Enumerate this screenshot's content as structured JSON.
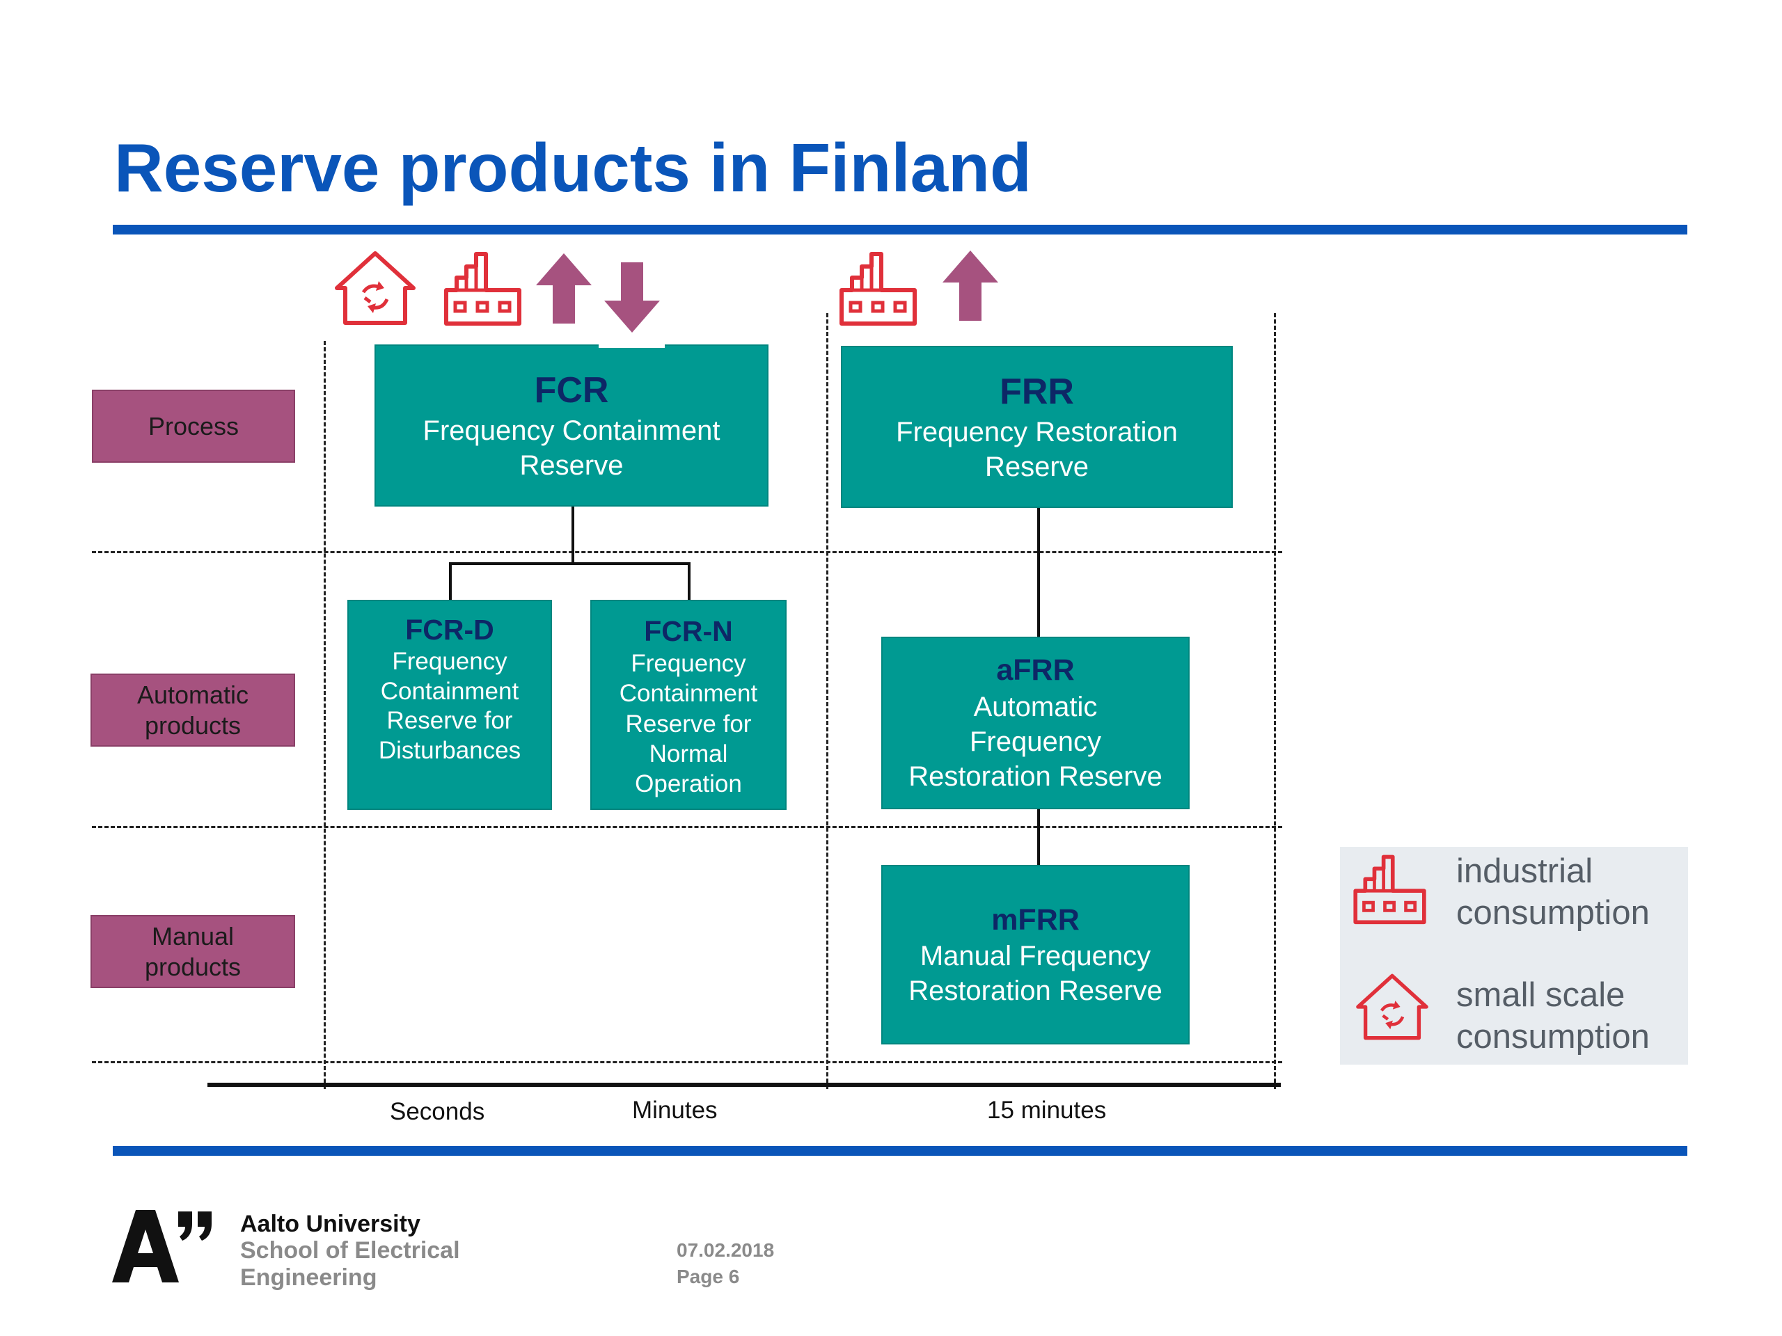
{
  "title": "Reserve products in Finland",
  "row_labels": {
    "process": "Process",
    "automatic": [
      "Automatic",
      "products"
    ],
    "manual": [
      "Manual",
      "products"
    ]
  },
  "boxes": {
    "fcr": {
      "abbr": "FCR",
      "lines": [
        "Frequency Containment",
        "Reserve"
      ]
    },
    "frr": {
      "abbr": "FRR",
      "lines": [
        "Frequency Restoration",
        "Reserve"
      ]
    },
    "fcr_d": {
      "abbr": "FCR-D",
      "lines": [
        "Frequency",
        "Containment",
        "Reserve for",
        "Disturbances"
      ]
    },
    "fcr_n": {
      "abbr": "FCR-N",
      "lines": [
        "Frequency",
        "Containment",
        "Reserve for",
        "Normal",
        "Operation"
      ]
    },
    "afrr": {
      "abbr": "aFRR",
      "lines": [
        "Automatic",
        "Frequency",
        "Restoration Reserve"
      ]
    },
    "mfrr": {
      "abbr": "mFRR",
      "lines": [
        "Manual Frequency",
        "Restoration Reserve"
      ]
    }
  },
  "timeline": {
    "seconds": "Seconds",
    "minutes": "Minutes",
    "fifteen": "15 minutes"
  },
  "legend": {
    "industrial": [
      "industrial",
      "consumption"
    ],
    "small": [
      "small scale",
      "consumption"
    ]
  },
  "footer": {
    "university": "Aalto University",
    "school": [
      "School of Electrical",
      "Engineering"
    ],
    "date": "07.02.2018",
    "page": "Page 6"
  },
  "colors": {
    "accent_blue": "#0a55b9",
    "box_teal": "#009a92",
    "box_abbr": "#0d2766",
    "label_purple": "#a6527f",
    "icon_red": "#e0303a",
    "arrow_purple": "#a6527f"
  },
  "icons": {
    "small_scale": "house-recycle-icon",
    "industrial": "factory-icon",
    "up": "arrow-up-icon",
    "down": "arrow-down-icon"
  }
}
